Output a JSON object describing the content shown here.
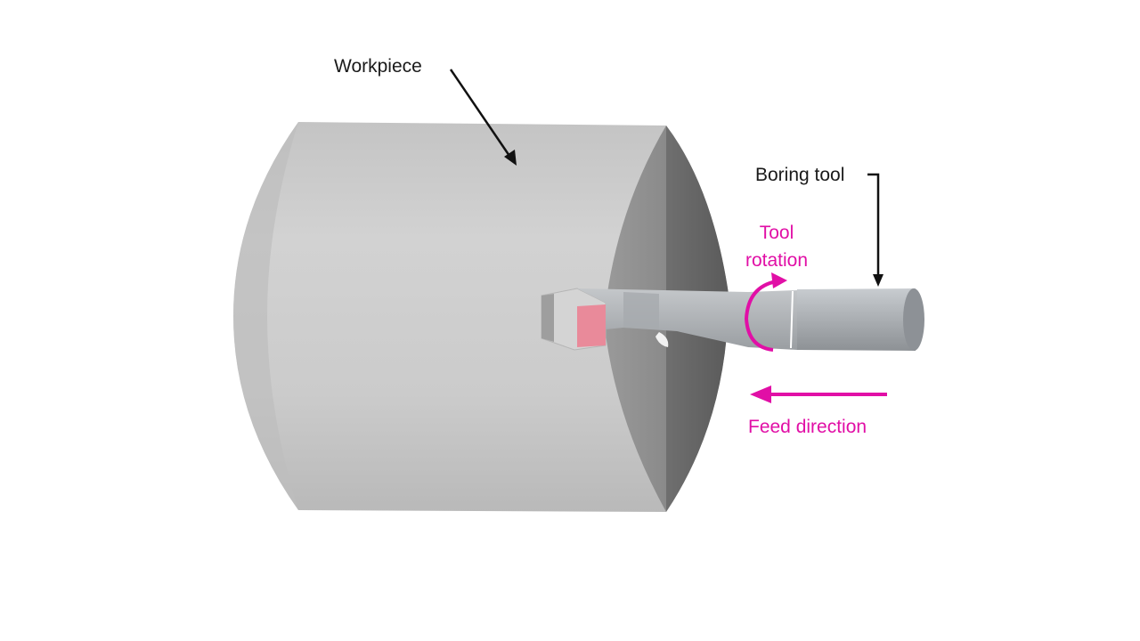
{
  "labels": {
    "workpiece": "Workpiece",
    "boring_tool": "Boring tool",
    "tool_rotation_line1": "Tool",
    "tool_rotation_line2": "rotation",
    "feed_direction": "Feed direction"
  },
  "colors": {
    "annotation_accent": "#e10fa6",
    "leader_line": "#111111",
    "workpiece_body": "#c9c9c9",
    "workpiece_end_face": "#7a7a7a",
    "tool_body": "#a9adb1",
    "cutting_insert": "#e98a9a"
  }
}
